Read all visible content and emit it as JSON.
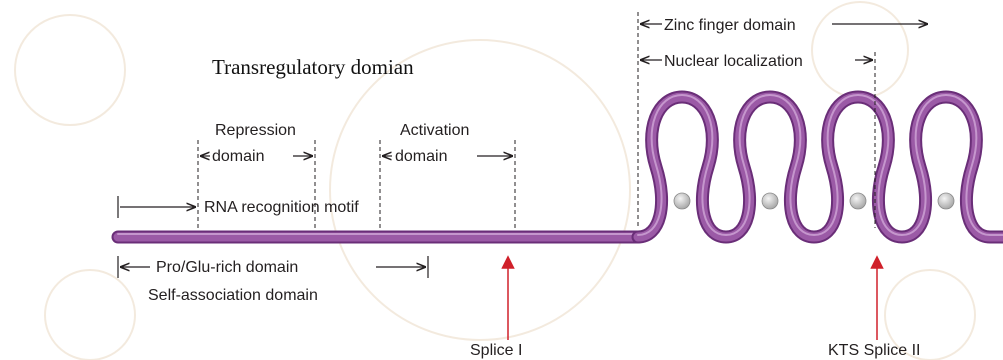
{
  "diagram": {
    "title": "Transregulatory domian",
    "labels": {
      "zinc_finger": "Zinc finger domain",
      "nuclear_localization": "Nuclear localization",
      "repression_line1": "Repression",
      "repression_line2": "domain",
      "activation_line1": "Activation",
      "activation_line2": "domain",
      "rna_motif": "RNA recognition motif",
      "pro_glu": "Pro/Glu-rich domain",
      "self_assoc": "Self-association domain",
      "splice1": "Splice I",
      "splice2": "KTS Splice II"
    },
    "colors": {
      "protein": "#9b5aa6",
      "protein_edge": "#6a2e78",
      "splice_arrow": "#d0202a",
      "zinc_ball": "#c8c8c8",
      "watermark": "#ead8c2"
    },
    "zinc_finger_count": 4
  }
}
